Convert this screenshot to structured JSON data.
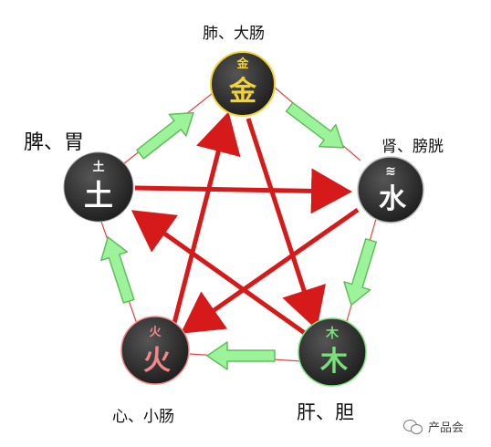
{
  "elements": {
    "metal": {
      "char": "金",
      "symbol": "金",
      "organs": "肺、大肠",
      "color": "#f2d335"
    },
    "water": {
      "char": "水",
      "symbol": "≋",
      "organs": "肾、膀胱",
      "color": "#ffffff"
    },
    "wood": {
      "char": "木",
      "symbol": "木",
      "organs": "肝、胆",
      "color": "#7be07b"
    },
    "fire": {
      "char": "火",
      "symbol": "火",
      "organs": "心、小肠",
      "color": "#f08a8a"
    },
    "earth": {
      "char": "土",
      "symbol": "土",
      "organs": "脾、胃",
      "color": "#ffffff"
    }
  },
  "watermark": {
    "text": "产品会"
  },
  "colors": {
    "generating_arrow": "#9cf39a",
    "controlling_arrow": "#dd1b1b",
    "node_fill": "#333333"
  }
}
